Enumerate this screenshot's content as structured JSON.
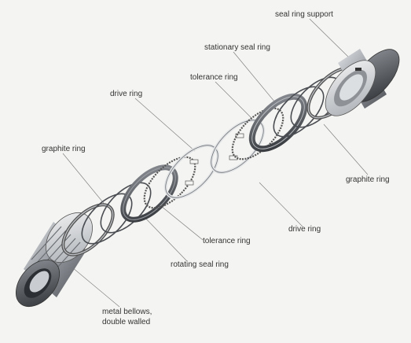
{
  "labels": {
    "seal_ring_support": "seal ring support",
    "stationary_seal_ring": "stationary seal ring",
    "tolerance_ring_top": "tolerance ring",
    "drive_ring_top": "drive ring",
    "graphite_ring_left": "graphite ring",
    "graphite_ring_right": "graphite ring",
    "drive_ring_bottom": "drive ring",
    "tolerance_ring_bottom": "tolerance ring",
    "rotating_seal_ring": "rotating seal ring",
    "metal_bellows_line1": "metal bellows,",
    "metal_bellows_line2": "double walled"
  },
  "colors": {
    "background": "#f4f4f2",
    "metal_dark": "#4a4d52",
    "metal_mid": "#8c9096",
    "metal_light": "#d8dbde",
    "leader_line": "#777777",
    "text": "#333333"
  },
  "parts": [
    "metal-bellows",
    "graphite-ring",
    "drive-ring",
    "tolerance-ring",
    "rotating-seal-ring",
    "stationary-seal-ring",
    "seal-ring-support"
  ]
}
